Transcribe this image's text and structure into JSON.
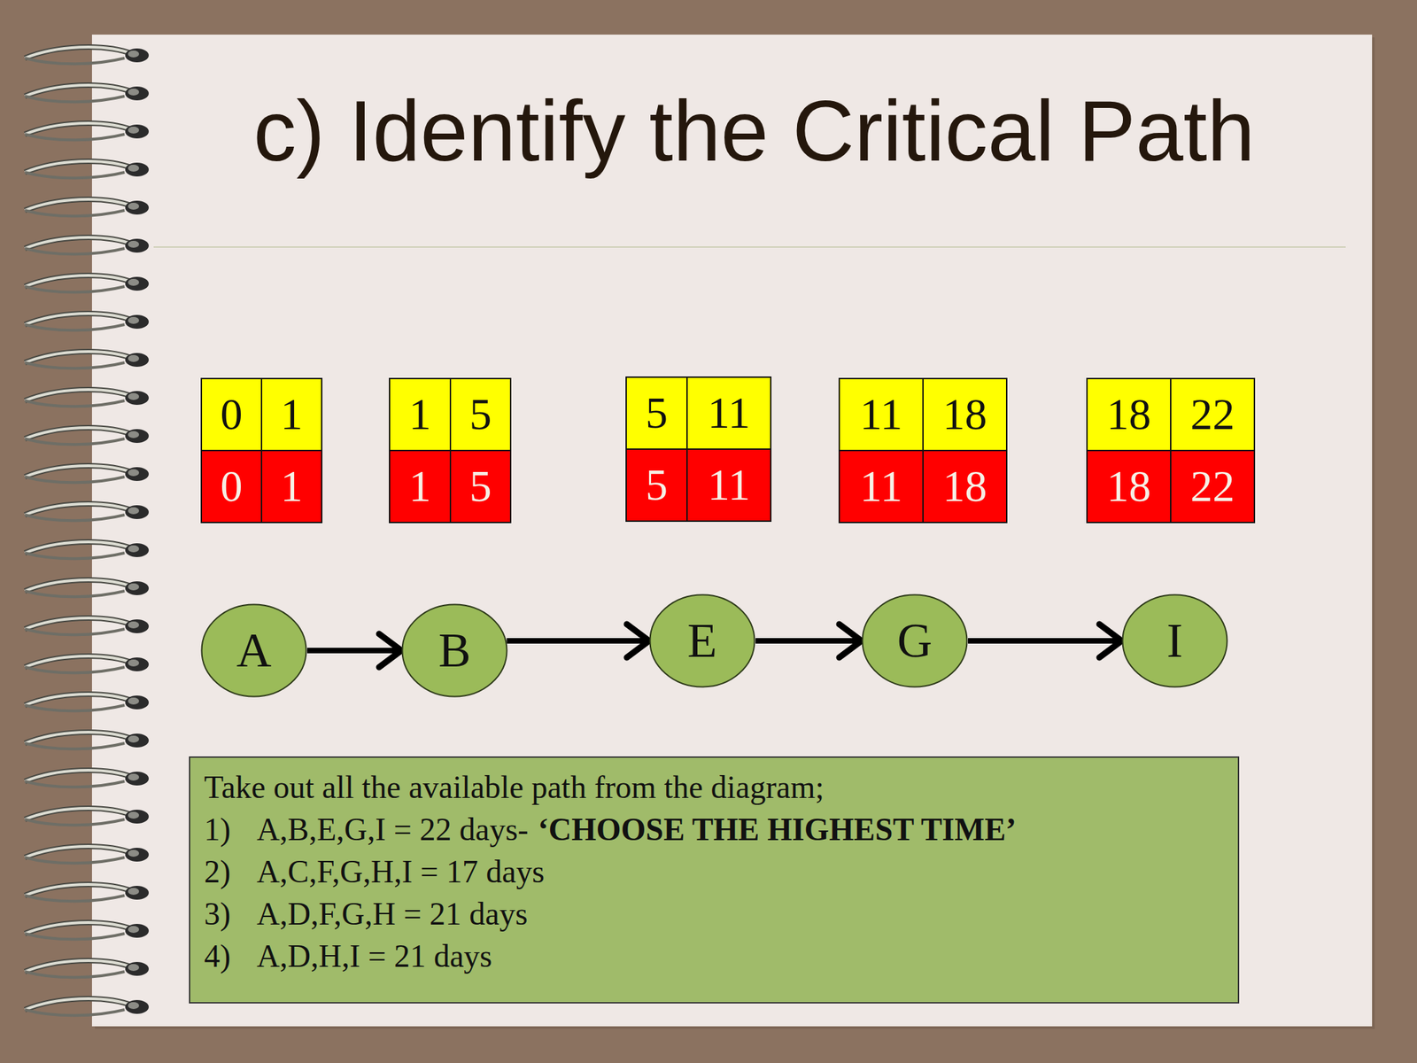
{
  "diagram": {
    "title": "c) Identify the Critical Path",
    "nodes": [
      {
        "text": [
          "0",
          "1",
          "0",
          "1"
        ]
      },
      {
        "text": [
          "1",
          "5",
          "1",
          "5"
        ]
      },
      {
        "text": [
          "5",
          "11",
          "5",
          "11"
        ]
      },
      {
        "text": [
          "11",
          "18",
          "11",
          "18"
        ]
      },
      {
        "text": [
          "18",
          "22",
          "18",
          "22"
        ]
      },
      {
        "text": [
          "A"
        ]
      },
      {
        "text": [
          "B"
        ]
      },
      {
        "text": [
          "E"
        ]
      },
      {
        "text": [
          "G"
        ]
      },
      {
        "text": [
          "I"
        ]
      },
      {
        "text": [
          "Take out all the available path from the diagram;",
          "1)",
          "A,B,E,G,I = 22 days-",
          "‘CHOOSE THE HIGHEST TIME’",
          "2)",
          "A,C,F,G,H,I = 17 days",
          "3)",
          "A,D,F,G,H = 21 days",
          "4)",
          "A,D,H,I = 21 days"
        ]
      }
    ],
    "edges": [
      {
        "from": 5,
        "to": 6,
        "arrow": "to"
      },
      {
        "from": 6,
        "to": 7,
        "arrow": "to"
      },
      {
        "from": 7,
        "to": 8,
        "arrow": "to"
      },
      {
        "from": 8,
        "to": 9,
        "arrow": "to"
      }
    ]
  }
}
